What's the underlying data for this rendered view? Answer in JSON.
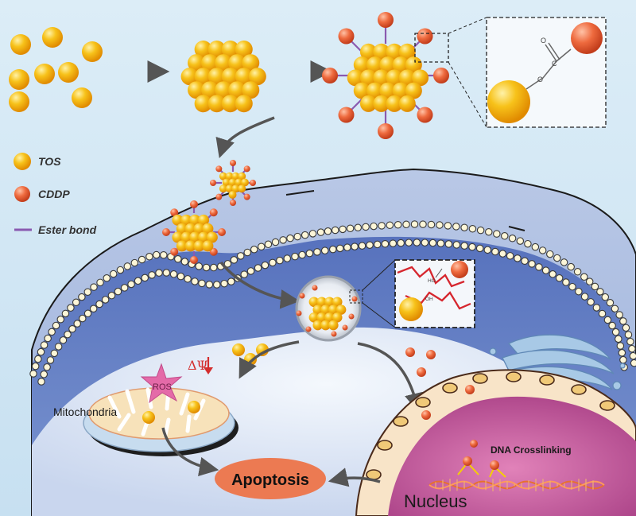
{
  "legend": {
    "tos_label": "TOS",
    "cddp_label": "CDDP",
    "ester_label": "Ester bond"
  },
  "labels": {
    "mitochondria": "Mitochondria",
    "ros": "ROS",
    "membrane_potential": "ΔΨ",
    "apoptosis": "Apoptosis",
    "dna_crosslinking": "DNA Crosslinking",
    "nucleus": "Nucleus",
    "chem_o1": "O",
    "chem_o2": "O",
    "chem_c": "C",
    "chem_ho": "HO",
    "chem_oh": "OH"
  },
  "colors": {
    "background": "#d6e9f5",
    "tos": "#f5b400",
    "cddp": "#e8562e",
    "ester_bond": "#8a5ab0",
    "cytoplasm": "#6a85c8",
    "apoptosis": "#ec7a52",
    "nucleus": "#c24d98",
    "arrow": "#555555",
    "ros_star": "#e46aa8"
  }
}
